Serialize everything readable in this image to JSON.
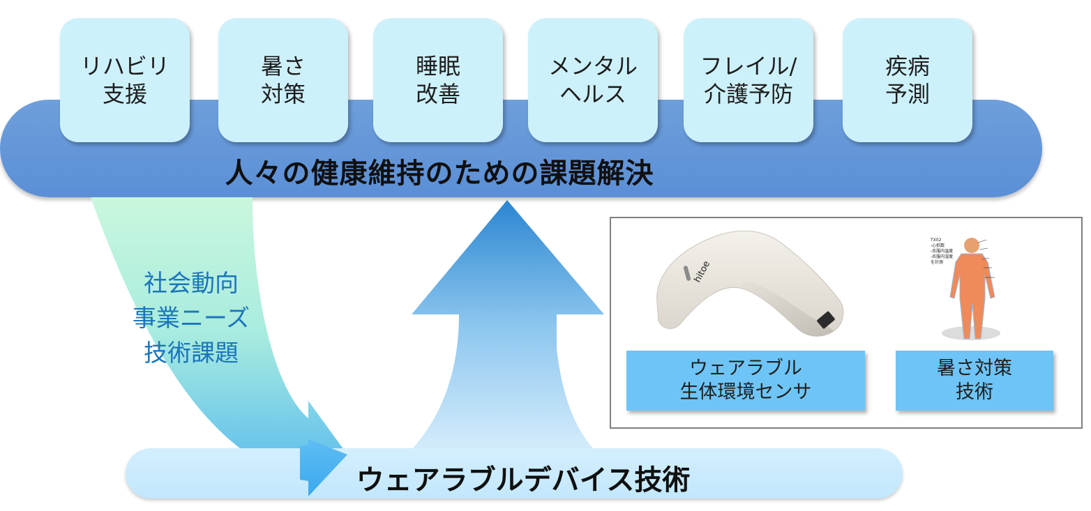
{
  "topics": [
    {
      "line1": "リハビリ",
      "line2": "支援"
    },
    {
      "line1": "暑さ",
      "line2": "対策"
    },
    {
      "line1": "睡眠",
      "line2": "改善"
    },
    {
      "line1": "メンタル",
      "line2": "ヘルス"
    },
    {
      "line1": "フレイル/",
      "line2": "介護予防"
    },
    {
      "line1": "疾病",
      "line2": "予測"
    }
  ],
  "banner_title": "人々の健康維持のための課題解決",
  "left_text": [
    "社会動向",
    "事業ニーズ",
    "技術課題"
  ],
  "bottom_title": "ウェアラブルデバイス技術",
  "panel": {
    "sensor_label": [
      "ウェアラブル",
      "生体環境センサ"
    ],
    "heat_label": [
      "暑さ対策",
      "技術"
    ],
    "device_brand": "hitoe",
    "body_notes": [
      "TX02",
      "-心拍数",
      "-衣服内温度",
      "-衣服内湿度",
      "を計測"
    ]
  },
  "colors": {
    "banner": "#5b8fd6",
    "topic_box": "#cdf1fb",
    "left_text": "#1b75bb",
    "panel_label": "#6ec4f6",
    "bottom_banner": "#c2e7fb"
  }
}
